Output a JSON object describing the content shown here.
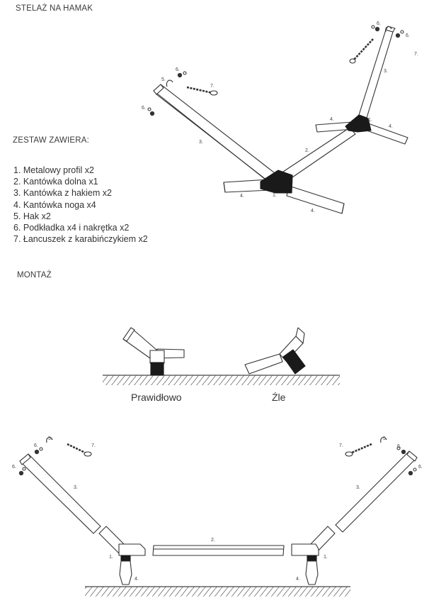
{
  "headings": {
    "main": "STELAŻ NA HAMAK",
    "kit": "ZESTAW ZAWIERA:",
    "assembly": "MONTAŻ"
  },
  "parts_list": [
    "1. Metalowy profil x2",
    "2. Kantówka dolna x1",
    "3. Kantówka z hakiem x2",
    "4. Kantówka noga x4",
    "5. Hak x2",
    "6. Podkładka x4 i nakrętka x2",
    "7. Łancuszek z karabińczykiem x2"
  ],
  "captions": {
    "correct": "Prawidłowo",
    "wrong": "Źle"
  },
  "part_numbers": {
    "n1": "1.",
    "n2": "2.",
    "n3": "3.",
    "n4": "4.",
    "n5": "5.",
    "n6": "6.",
    "n7": "7."
  },
  "colors": {
    "line": "#333333",
    "metal": "#1a1a1a",
    "ground": "#555555"
  }
}
